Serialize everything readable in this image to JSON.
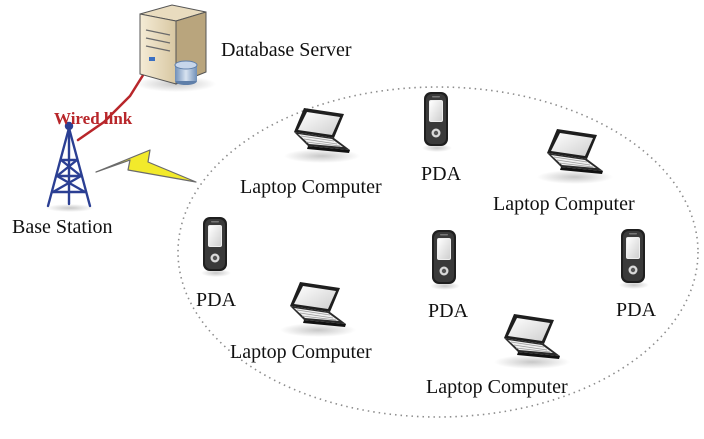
{
  "diagram": {
    "labels": {
      "database_server": "Database Server",
      "wired_link": "Wired link",
      "base_station": "Base Station"
    },
    "devices": [
      {
        "kind": "laptop",
        "label": "Laptop Computer"
      },
      {
        "kind": "pda",
        "label": "PDA"
      },
      {
        "kind": "laptop",
        "label": "Laptop Computer"
      },
      {
        "kind": "pda",
        "label": "PDA"
      },
      {
        "kind": "laptop",
        "label": "Laptop Computer"
      },
      {
        "kind": "pda",
        "label": "PDA"
      },
      {
        "kind": "pda",
        "label": "PDA"
      },
      {
        "kind": "laptop",
        "label": "Laptop Computer"
      }
    ],
    "icons": {
      "server": "database-server-icon",
      "tower": "base-station-tower-icon",
      "wireless": "lightning-bolt-icon",
      "laptop": "laptop-icon",
      "pda": "pda-icon"
    },
    "colors": {
      "wired_link": "#b8262a",
      "wireless_bolt": "#f2ea2b",
      "tower": "#2b3f93"
    }
  }
}
